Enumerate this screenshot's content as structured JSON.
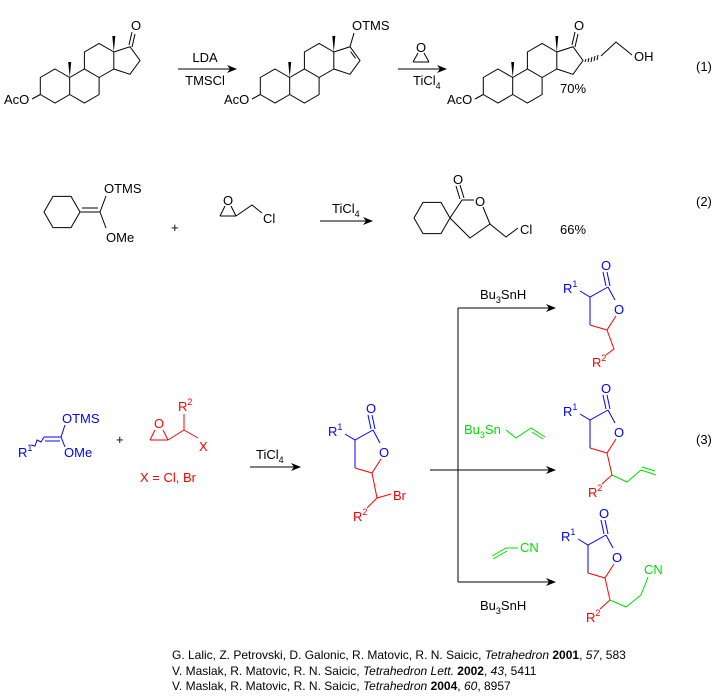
{
  "colors": {
    "substrate_blue": "#0000ff",
    "epoxide_red": "#ff0000",
    "reagent_green": "#00e000"
  },
  "reaction1": {
    "label": "(1)",
    "acetoxy": "AcO",
    "ketone_o": "O",
    "step1_top": "LDA",
    "step1_bottom": "TMSCl",
    "silyl_enol": "OTMS",
    "epoxide_o": "O",
    "step2_bottom": "TiCl",
    "step2_bottom_sub": "4",
    "hydroxyl": "OH",
    "yield": "70%"
  },
  "reaction2": {
    "label": "(2)",
    "otms": "OTMS",
    "ome": "OMe",
    "plus": "+",
    "epoxide_o": "O",
    "chloride": "Cl",
    "reagent": "TiCl",
    "reagent_sub": "4",
    "carbonyl_o": "O",
    "ring_o": "O",
    "product_cl": "Cl",
    "yield": "66%"
  },
  "reaction3": {
    "label": "(3)",
    "r": "R",
    "sup1": "1",
    "sup2": "2",
    "otms": "OTMS",
    "ome": "OMe",
    "plus": "+",
    "epoxide_o": "O",
    "x": "X",
    "x_definition": "X = Cl, Br",
    "reagent": "TiCl",
    "reagent_sub": "4",
    "o": "O",
    "br": "Br",
    "cn": "CN",
    "branch_top_reagent": "Bu",
    "branch_top_reagent_sub": "3",
    "branch_top_reagent_end": "SnH",
    "branch_mid_reagent": "Bu",
    "branch_mid_reagent_sub": "3",
    "branch_mid_reagent_end": "Sn",
    "branch_bottom_reagent": "Bu",
    "branch_bottom_reagent_sub": "3",
    "branch_bottom_reagent_end": "SnH"
  },
  "references": [
    {
      "authors": "G. Lalic, Z. Petrovski, D. Galonic, R. Matovic, R. N. Saicic, ",
      "journal": "Tetrahedron",
      "year": "2001",
      "volume": "57",
      "pages": ", 583"
    },
    {
      "authors": "V. Maslak, R. Matovic, R. N. Saicic, ",
      "journal": "Tetrahedron Lett.",
      "year": "2002",
      "volume": "43",
      "pages": ", 5411"
    },
    {
      "authors": "V. Maslak, R. Matovic, R. N. Saicic, ",
      "journal": "Tetrahedron",
      "year": "2004",
      "volume": "60",
      "pages": ", 8957"
    }
  ]
}
